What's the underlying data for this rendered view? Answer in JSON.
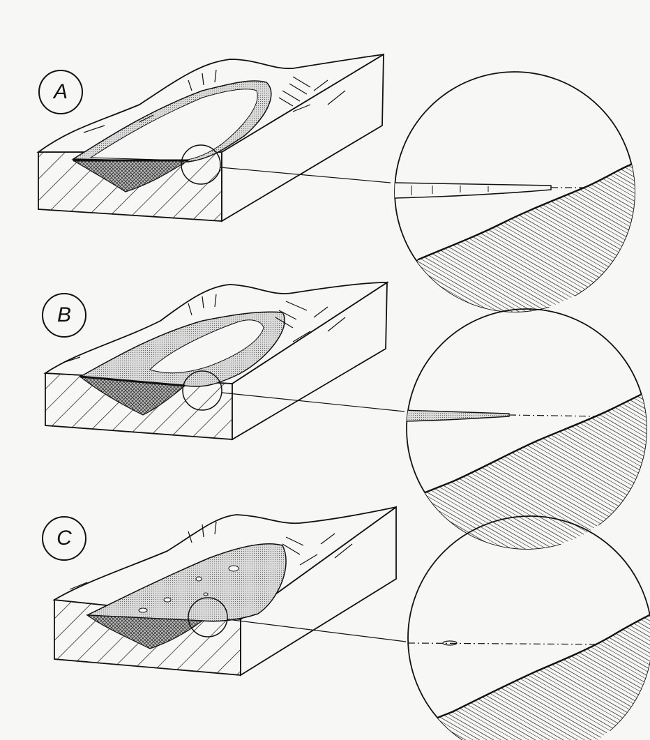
{
  "panels": [
    {
      "label": "A"
    },
    {
      "label": "B"
    },
    {
      "label": "C"
    }
  ],
  "colors": {
    "ink": "#111111",
    "paper": "#f7f7f5",
    "water": "#d4d4d4"
  }
}
